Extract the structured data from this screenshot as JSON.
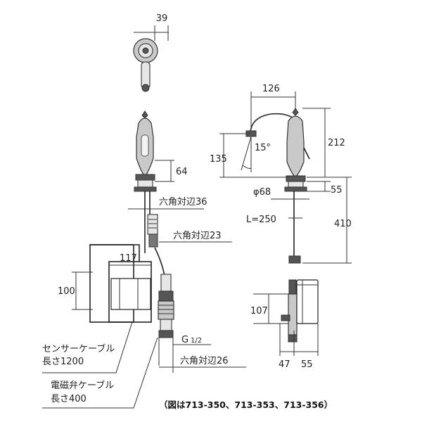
{
  "front_view": {
    "dim_width_top": "39",
    "dim_height_lever": "64",
    "hex_36": "六角対辺36",
    "hex_23": "六角対辺23",
    "dim_117": "117",
    "dim_100": "100",
    "thread": "G",
    "thread_fraction": "1/2",
    "hex_26": "六角対辺26"
  },
  "side_view": {
    "dim_126": "126",
    "dim_212": "212",
    "dim_135": "135",
    "angle_15": "15°",
    "dia_68": "φ68",
    "dim_55_top": "55",
    "cable_len": "L=250",
    "dim_410": "410",
    "dim_107": "107",
    "dim_47": "47",
    "dim_55_bottom": "55"
  },
  "labels": {
    "sensor_cable_line1": "センサーケーブル",
    "sensor_cable_line2": "長さ1200",
    "valve_cable_line1": "電磁弁ケーブル",
    "valve_cable_line2": "長さ400"
  },
  "caption": "（図は713-350、713-353、713-356）"
}
